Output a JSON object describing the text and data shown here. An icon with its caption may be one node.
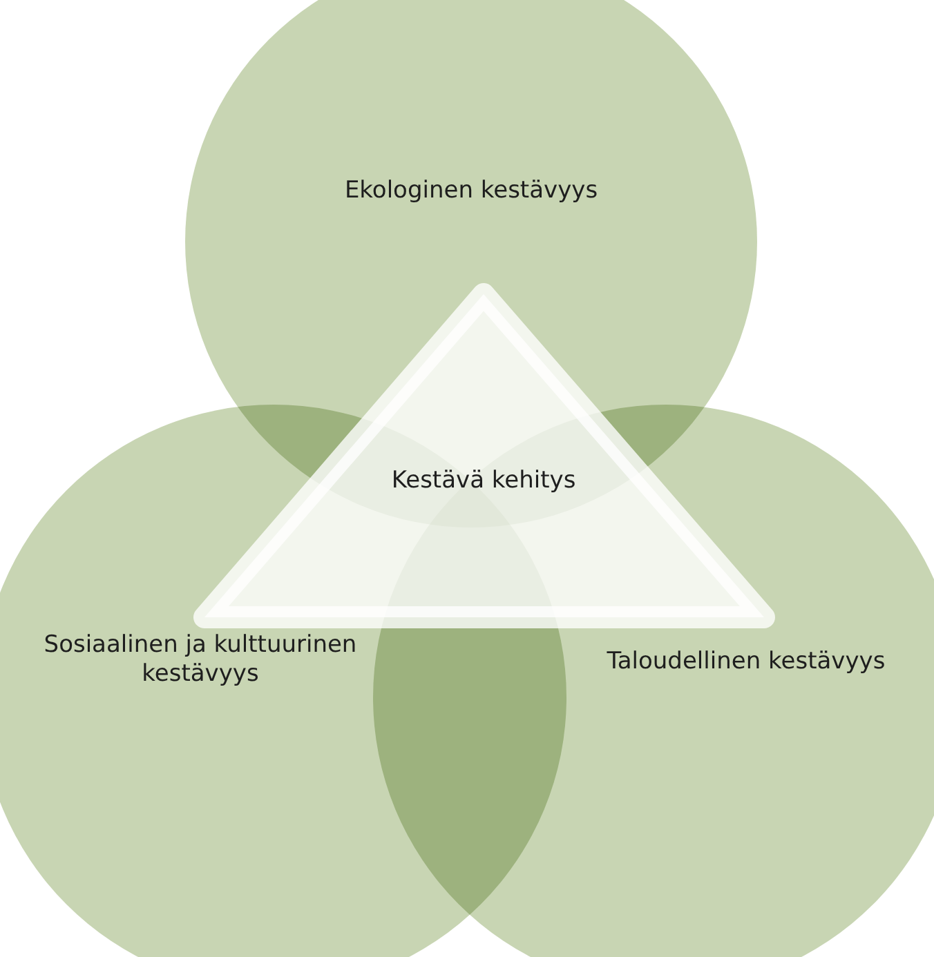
{
  "diagram": {
    "nodes": [
      {
        "text": [
          "Ekologinen kestävyys"
        ]
      },
      {
        "text": [
          "Sosiaalinen ja kulttuurinen kestävyys"
        ]
      },
      {
        "text": [
          "Taloudellinen kestävyys"
        ]
      },
      {
        "text": [
          "Kestävä kehitys"
        ]
      }
    ]
  }
}
